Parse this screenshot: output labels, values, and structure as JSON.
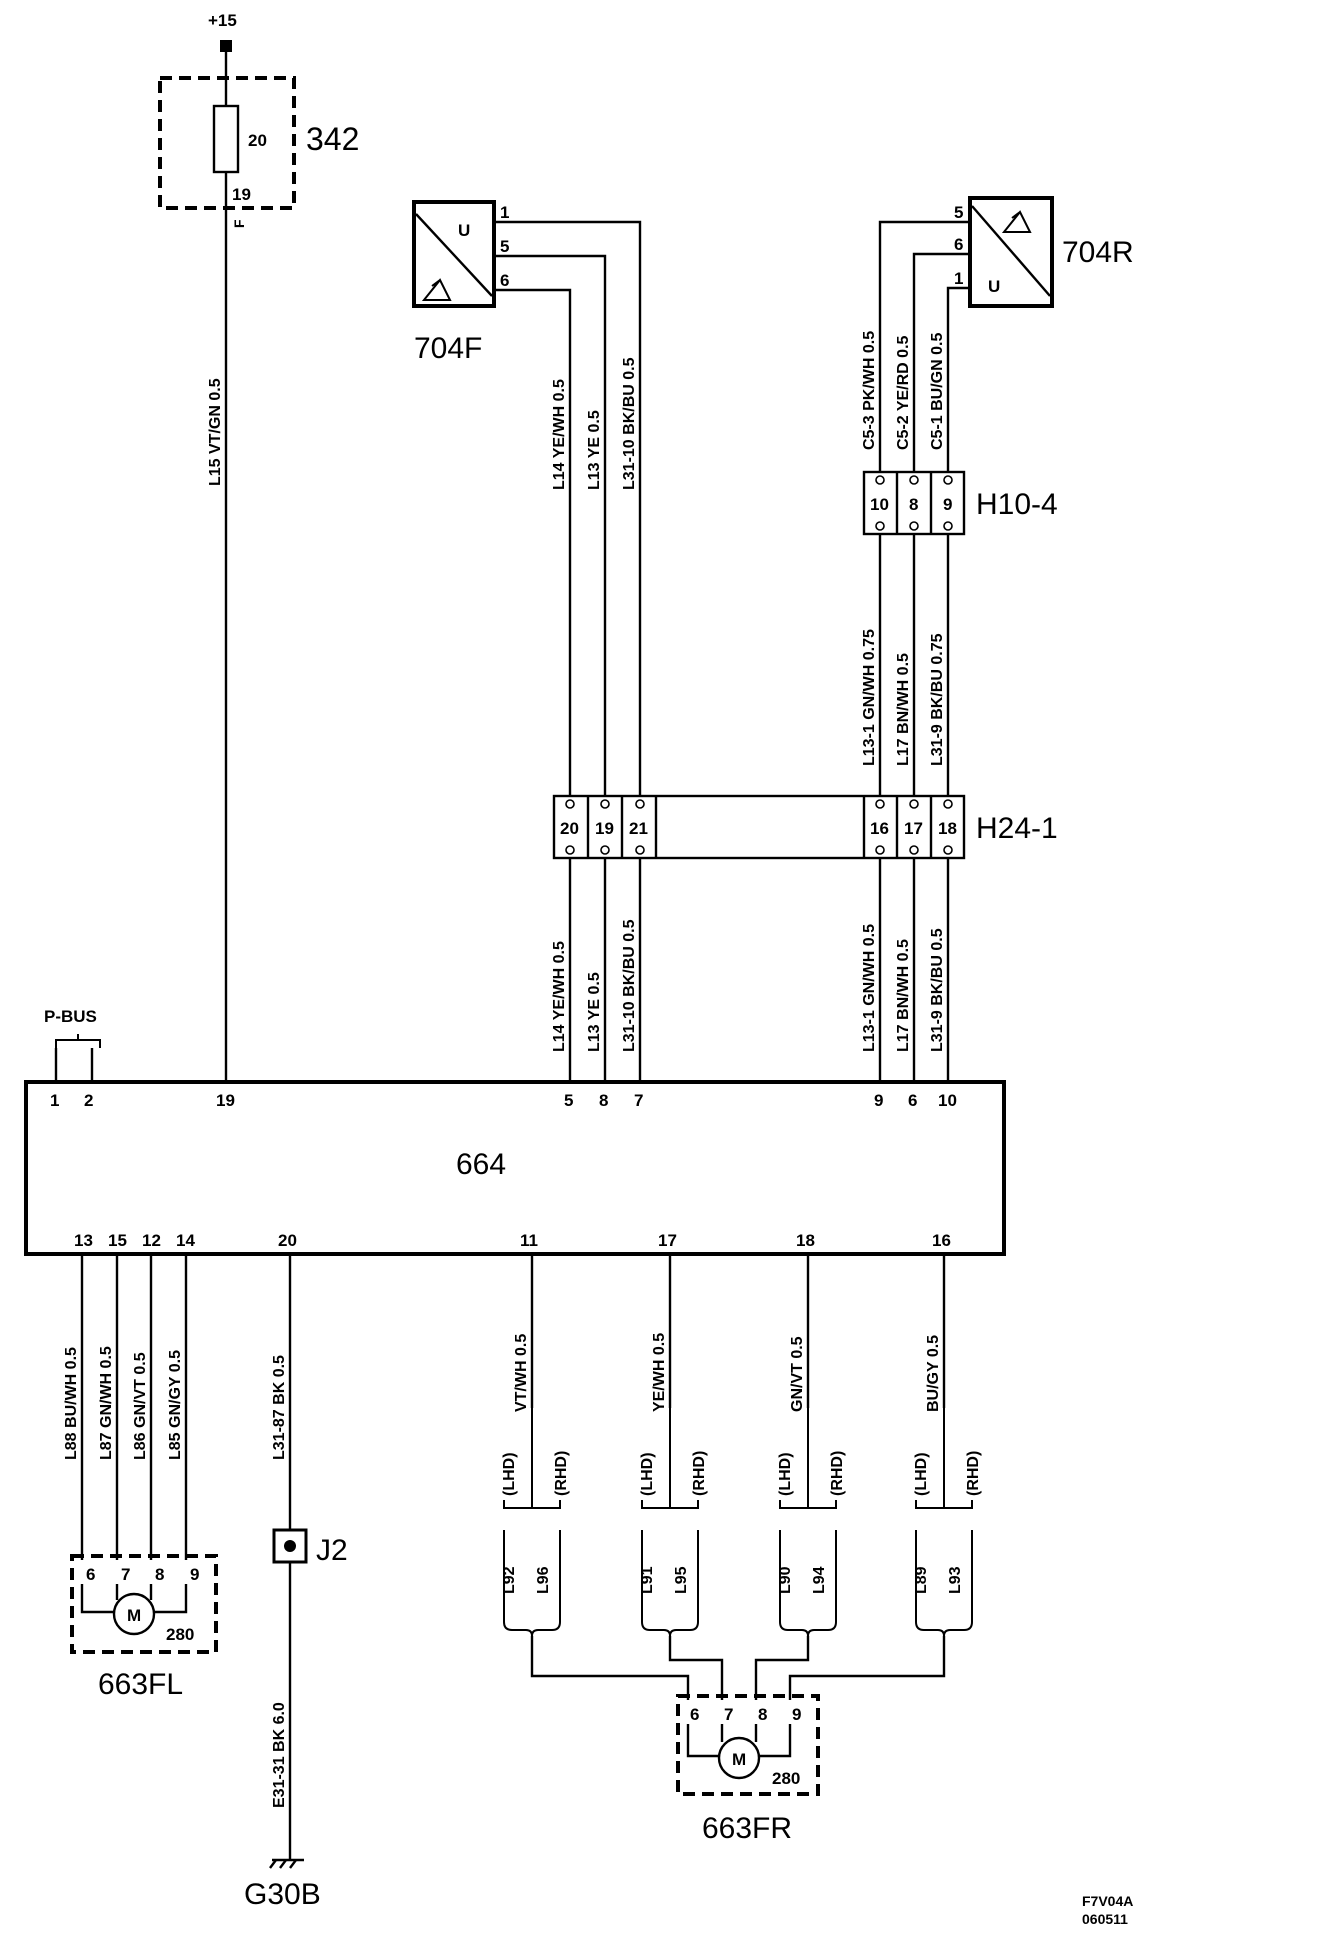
{
  "supply": {
    "label": "+15"
  },
  "fuse": {
    "id": "342",
    "rating": "20",
    "pin": "19",
    "tag": "F"
  },
  "module": {
    "id": "664",
    "top_pins": [
      "1",
      "2",
      "19",
      "5",
      "8",
      "7",
      "9",
      "6",
      "10"
    ],
    "bottom_pins": [
      "13",
      "15",
      "12",
      "14",
      "20",
      "11",
      "17",
      "18",
      "16"
    ]
  },
  "pbus": {
    "label": "P-BUS"
  },
  "sensor_front": {
    "id": "704F",
    "symbol": "U",
    "pins": [
      "1",
      "5",
      "6"
    ]
  },
  "sensor_rear": {
    "id": "704R",
    "symbol": "U",
    "pins": [
      "5",
      "6",
      "1"
    ]
  },
  "conn_h10": {
    "id": "H10-4",
    "pins": [
      "10",
      "8",
      "9"
    ]
  },
  "conn_h24": {
    "id": "H24-1",
    "pins": [
      "20",
      "19",
      "21",
      "16",
      "17",
      "18"
    ]
  },
  "wires": {
    "l15": "L15  VT/GN  0.5",
    "f_upper": [
      "L14  YE/WH  0.5",
      "L13  YE   0.5",
      "L31-10  BK/BU  0.5"
    ],
    "f_lower": [
      "L14  YE/WH  0.5",
      "L13  YE   0.5",
      "L31-10  BK/BU  0.5"
    ],
    "r_top": [
      "C5-3  PK/WH  0.5",
      "C5-2  YE/RD  0.5",
      "C5-1  BU/GN  0.5"
    ],
    "r_mid": [
      "L13-1  GN/WH  0.75",
      "L17  BN/WH  0.5",
      "L31-9  BK/BU  0.75"
    ],
    "r_low": [
      "L13-1  GN/WH  0.5",
      "L17  BN/WH  0.5",
      "L31-9  BK/BU  0.5"
    ],
    "fl": [
      "L88  BU/WH   0.5",
      "L87  GN/WH  0.5",
      "L86  GN/VT  0.5",
      "L85  GN/GY  0.5"
    ],
    "ground": "L31-87  BK  0.5",
    "ground2": "E31-31  BK  6.0",
    "fr_colors": [
      "VT/WH   0.5",
      "YE/WH   0.5",
      "GN/VT   0.5",
      "BU/GY   0.5"
    ],
    "lhd": "(LHD)",
    "rhd": "(RHD)",
    "fr_codes": [
      [
        "L92",
        "L96"
      ],
      [
        "L91",
        "L95"
      ],
      [
        "L90",
        "L94"
      ],
      [
        "L89",
        "L93"
      ]
    ]
  },
  "motor_fl": {
    "id": "663FL",
    "pins": [
      "6",
      "7",
      "8",
      "9"
    ],
    "symbol": "M",
    "code": "280"
  },
  "motor_fr": {
    "id": "663FR",
    "pins": [
      "6",
      "7",
      "8",
      "9"
    ],
    "symbol": "M",
    "code": "280"
  },
  "splice": {
    "id": "J2"
  },
  "ground": {
    "id": "G30B"
  },
  "footer": {
    "code": "F7V04A",
    "date": "060511"
  }
}
